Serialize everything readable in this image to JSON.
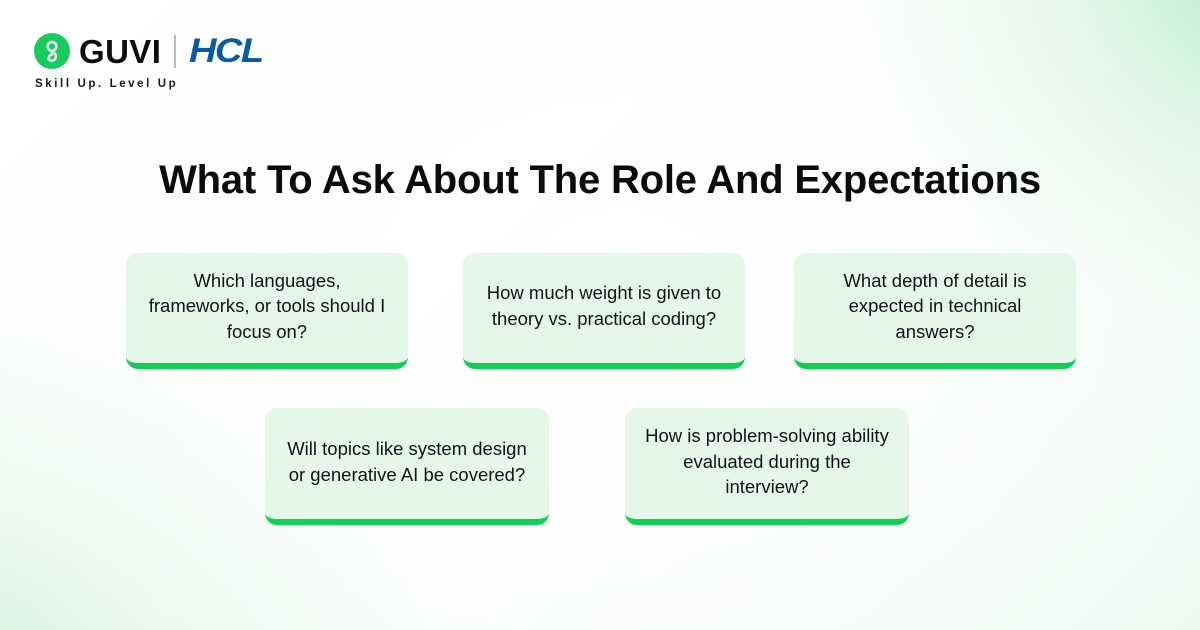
{
  "brand": {
    "guvi_name": "GUVI",
    "guvi_mark_icon": "guvi-infinity-g-icon",
    "partner_name": "HCL",
    "tagline": "Skill Up. Level Up",
    "accent_green": "#11cf55",
    "mark_green": "#15cc5c",
    "partner_blue": "#0a5aa5",
    "card_bg": "#e4f7e9"
  },
  "header": {
    "title": "What To Ask About The Role And Expectations"
  },
  "cards": [
    {
      "id": "languages-frameworks-tools",
      "text": "Which languages, frameworks, or tools should I focus on?"
    },
    {
      "id": "theory-vs-practical-coding",
      "text": "How much weight is given to theory vs. practical coding?"
    },
    {
      "id": "depth-of-technical-answers",
      "text": "What depth of detail is expected in technical answers?"
    },
    {
      "id": "system-design-generative-ai",
      "text": "Will topics like system design or generative AI be covered?"
    },
    {
      "id": "problem-solving-evaluation",
      "text": "How is problem-solving ability evaluated during the interview?"
    }
  ]
}
